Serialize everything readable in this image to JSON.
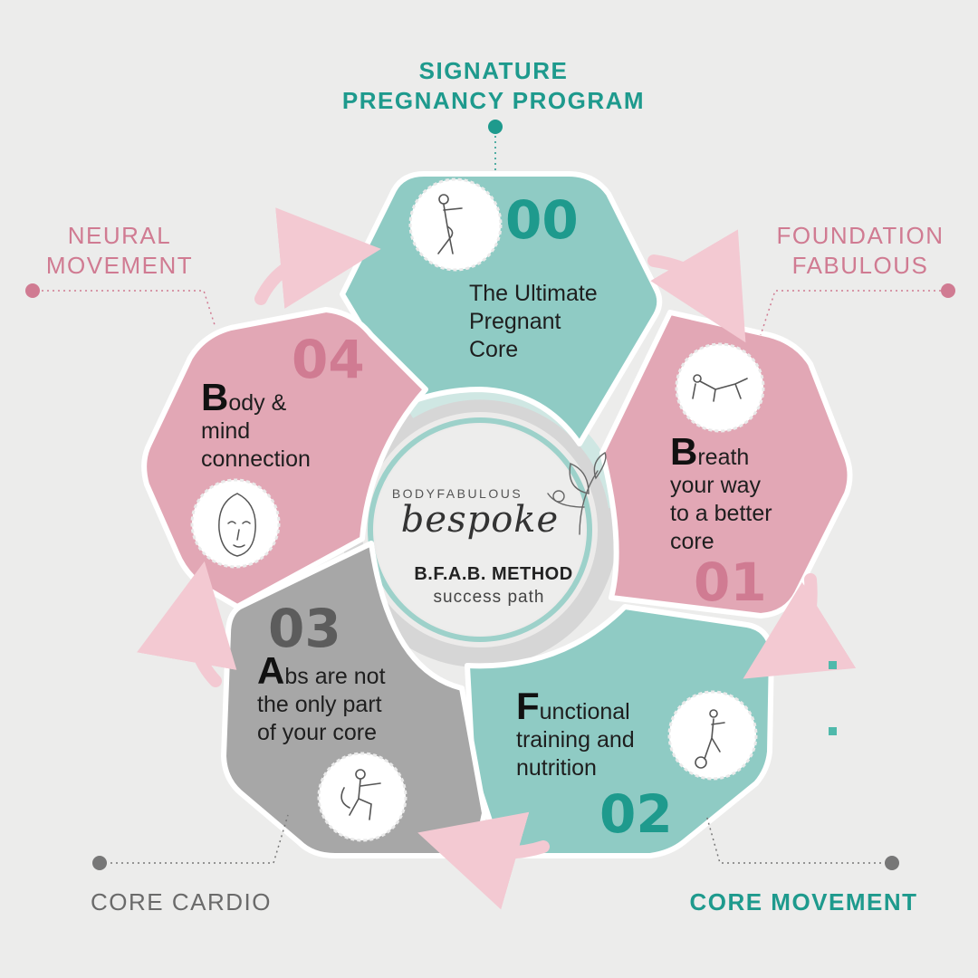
{
  "top_label": {
    "line1": "SIGNATURE",
    "line2": "PREGNANCY PROGRAM"
  },
  "labels": {
    "neural": {
      "line1": "NEURAL",
      "line2": "MOVEMENT"
    },
    "foundation": {
      "line1": "FOUNDATION",
      "line2": "FABULOUS"
    },
    "core_cardio": "CORE CARDIO",
    "core_movement": "CORE MOVEMENT"
  },
  "steps": [
    {
      "number": "00",
      "lines": [
        "The Ultimate",
        "Pregnant",
        "Core"
      ]
    },
    {
      "number": "01",
      "initial": "B",
      "lines": [
        "reath",
        "your way",
        "to a better",
        "core"
      ]
    },
    {
      "number": "02",
      "initial": "F",
      "lines": [
        "unctional",
        "training and",
        "nutrition"
      ]
    },
    {
      "number": "03",
      "initial": "A",
      "lines": [
        "bs are not",
        "the only part",
        "of your core"
      ]
    },
    {
      "number": "04",
      "initial": "B",
      "lines": [
        "ody &",
        "mind",
        "connection"
      ]
    }
  ],
  "center": {
    "brand": "BODYFABULOUS",
    "script": "bespoke",
    "method": "B.F.A.B. METHOD",
    "subtitle": "success path"
  },
  "colors": {
    "teal": "#8fcbc4",
    "teal_text": "#1e9a8d",
    "pink": "#e2a7b5",
    "pink_text": "#d07b92",
    "grey": "#a7a7a7",
    "grey_text": "#5c5c5c",
    "background": "#ececeb"
  }
}
